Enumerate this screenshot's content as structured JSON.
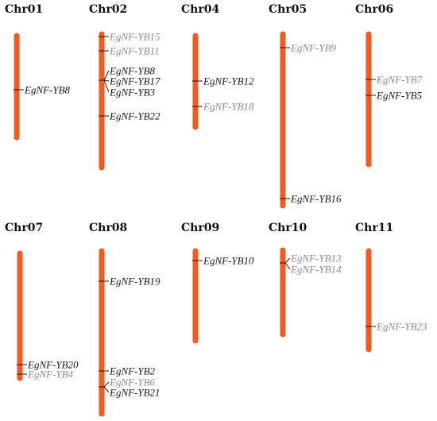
{
  "colors": {
    "chromosome": "#F15A22",
    "label_dark": "#1a1a1a",
    "label_light": "#8c8c8c",
    "tick": "#1a1a1a"
  },
  "chromosomes": [
    {
      "name": "Chr01",
      "genes": [
        {
          "label": "EgNF-YB8",
          "shade": "dark"
        }
      ]
    },
    {
      "name": "Chr02",
      "genes": [
        {
          "label": "EgNF-YB15",
          "shade": "light"
        },
        {
          "label": "EgNF-YB11",
          "shade": "light"
        },
        {
          "label": "EgNF-YB8",
          "shade": "dark"
        },
        {
          "label": "EgNF-YB17",
          "shade": "dark"
        },
        {
          "label": "EgNF-YB3",
          "shade": "dark"
        },
        {
          "label": "EgNF-YB22",
          "shade": "dark"
        }
      ]
    },
    {
      "name": "Chr04",
      "genes": [
        {
          "label": "EgNF-YB12",
          "shade": "dark"
        },
        {
          "label": "EgNF-YB18",
          "shade": "light"
        }
      ]
    },
    {
      "name": "Chr05",
      "genes": [
        {
          "label": "EgNF-YB9",
          "shade": "light"
        },
        {
          "label": "EgNF-YB16",
          "shade": "dark"
        }
      ]
    },
    {
      "name": "Chr06",
      "genes": [
        {
          "label": "EgNF-YB7",
          "shade": "light"
        },
        {
          "label": "EgNF-YB5",
          "shade": "dark"
        }
      ]
    },
    {
      "name": "Chr07",
      "genes": [
        {
          "label": "EgNF-YB20",
          "shade": "dark"
        },
        {
          "label": "EgNF-YB4",
          "shade": "light"
        }
      ]
    },
    {
      "name": "Chr08",
      "genes": [
        {
          "label": "EgNF-YB19",
          "shade": "dark"
        },
        {
          "label": "EgNF-YB2",
          "shade": "dark"
        },
        {
          "label": "EgNF-YB6",
          "shade": "light"
        },
        {
          "label": "EgNF-YB21",
          "shade": "dark"
        }
      ]
    },
    {
      "name": "Chr09",
      "genes": [
        {
          "label": "EgNF-YB10",
          "shade": "dark"
        }
      ]
    },
    {
      "name": "Chr10",
      "genes": [
        {
          "label": "EgNF-YB13",
          "shade": "light"
        },
        {
          "label": "EgNF-YB14",
          "shade": "light"
        }
      ]
    },
    {
      "name": "Chr11",
      "genes": [
        {
          "label": "EgNF-YB23",
          "shade": "light"
        }
      ]
    }
  ]
}
